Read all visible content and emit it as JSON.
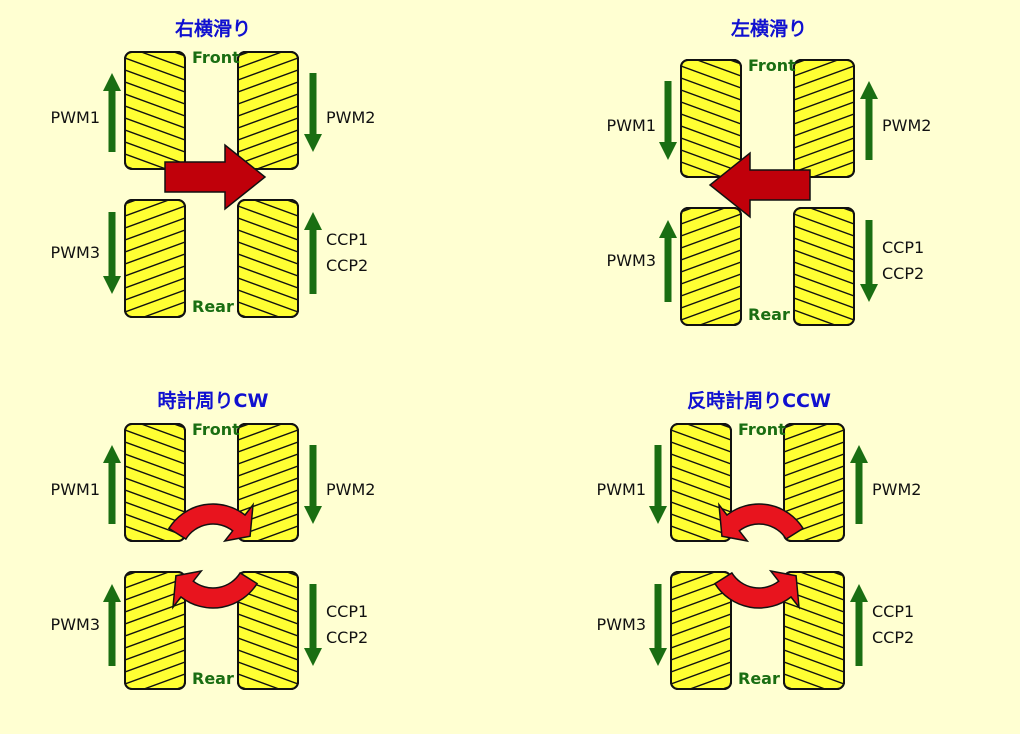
{
  "colors": {
    "background": "#ffffd2",
    "title": "#1010d0",
    "wheel": "#ffff33",
    "direction_arrow": "#1a6e12",
    "motion_arrow_straight": "#c0000a",
    "motion_arrow_rotation": "#e8141e"
  },
  "icons": {
    "wheel": "mecanum-wheel-icon",
    "wheel_arrow": "direction-arrow-icon",
    "straight_motion": "wide-arrow-icon",
    "rotation_motion": "circular-arrow-icon"
  },
  "panels": [
    {
      "id": "right-slide",
      "title": "右横滑り",
      "labels": {
        "front": "Front",
        "rear": "Rear",
        "pwm1": "PWM1",
        "pwm2": "PWM2",
        "pwm3": "PWM3",
        "ccp1": "CCP1",
        "ccp2": "CCP2"
      },
      "wheel_directions": {
        "front_left": "up",
        "front_right": "down",
        "rear_left": "down",
        "rear_right": "up"
      },
      "motion": "right"
    },
    {
      "id": "left-slide",
      "title": "左横滑り",
      "labels": {
        "front": "Front",
        "rear": "Rear",
        "pwm1": "PWM1",
        "pwm2": "PWM2",
        "pwm3": "PWM3",
        "ccp1": "CCP1",
        "ccp2": "CCP2"
      },
      "wheel_directions": {
        "front_left": "down",
        "front_right": "up",
        "rear_left": "up",
        "rear_right": "down"
      },
      "motion": "left"
    },
    {
      "id": "clockwise",
      "title": "時計周りCW",
      "labels": {
        "front": "Front",
        "rear": "Rear",
        "pwm1": "PWM1",
        "pwm2": "PWM2",
        "pwm3": "PWM3",
        "ccp1": "CCP1",
        "ccp2": "CCP2"
      },
      "wheel_directions": {
        "front_left": "up",
        "front_right": "down",
        "rear_left": "up",
        "rear_right": "down"
      },
      "motion": "clockwise"
    },
    {
      "id": "counter-clockwise",
      "title": "反時計周りCCW",
      "labels": {
        "front": "Front",
        "rear": "Rear",
        "pwm1": "PWM1",
        "pwm2": "PWM2",
        "pwm3": "PWM3",
        "ccp1": "CCP1",
        "ccp2": "CCP2"
      },
      "wheel_directions": {
        "front_left": "down",
        "front_right": "up",
        "rear_left": "down",
        "rear_right": "up"
      },
      "motion": "counterclockwise"
    }
  ]
}
